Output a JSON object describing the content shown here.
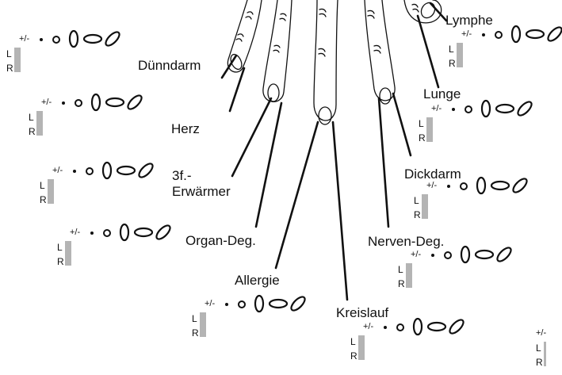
{
  "labels": {
    "duenndarm": "Dünndarm",
    "herz": "Herz",
    "erwaermer_1": "3f.-",
    "erwaermer_2": "Erwärmer",
    "organ_deg": "Organ-Deg.",
    "allergie": "Allergie",
    "kreislauf": "Kreislauf",
    "nerven_deg": "Nerven-Deg.",
    "dickdarm": "Dickdarm",
    "lunge": "Lunge",
    "lymphe": "Lymphe"
  },
  "form": {
    "plus_minus": "+/-",
    "left": "L",
    "right": "R",
    "symbols": [
      "dot",
      "ring",
      "oval-vertical",
      "oval-horizontal",
      "oval-tilted"
    ]
  },
  "colors": {
    "line": "#111111",
    "grid": "#b4b4b4"
  }
}
